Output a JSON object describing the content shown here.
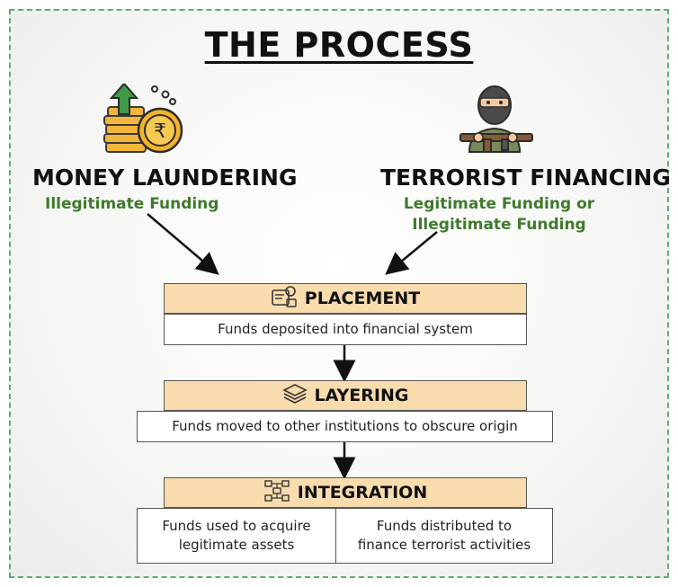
{
  "title": "THE PROCESS",
  "left": {
    "heading": "MONEY LAUNDERING",
    "subtitle": "Illegitimate Funding",
    "icon": "coin-stack-rupee-icon"
  },
  "right": {
    "heading": "TERRORIST FINANCING",
    "subtitle_line1": "Legitimate Funding or",
    "subtitle_line2": "Illegitimate Funding",
    "icon": "masked-gunman-icon"
  },
  "stages": {
    "placement": {
      "label": "PLACEMENT",
      "icon": "money-document-icon",
      "description": "Funds deposited into financial system"
    },
    "layering": {
      "label": "LAYERING",
      "icon": "layers-icon",
      "description": "Funds moved to other institutions to obscure origin"
    },
    "integration": {
      "label": "INTEGRATION",
      "icon": "network-nodes-icon",
      "left_line1": "Funds used to acquire",
      "left_line2": "legitimate assets",
      "right_line1": "Funds distributed to",
      "right_line2": "finance terrorist activities"
    }
  },
  "colors": {
    "accent_green": "#3f7a2c",
    "stage_fill": "#f9dcae",
    "frame_dash": "#5fae78"
  }
}
